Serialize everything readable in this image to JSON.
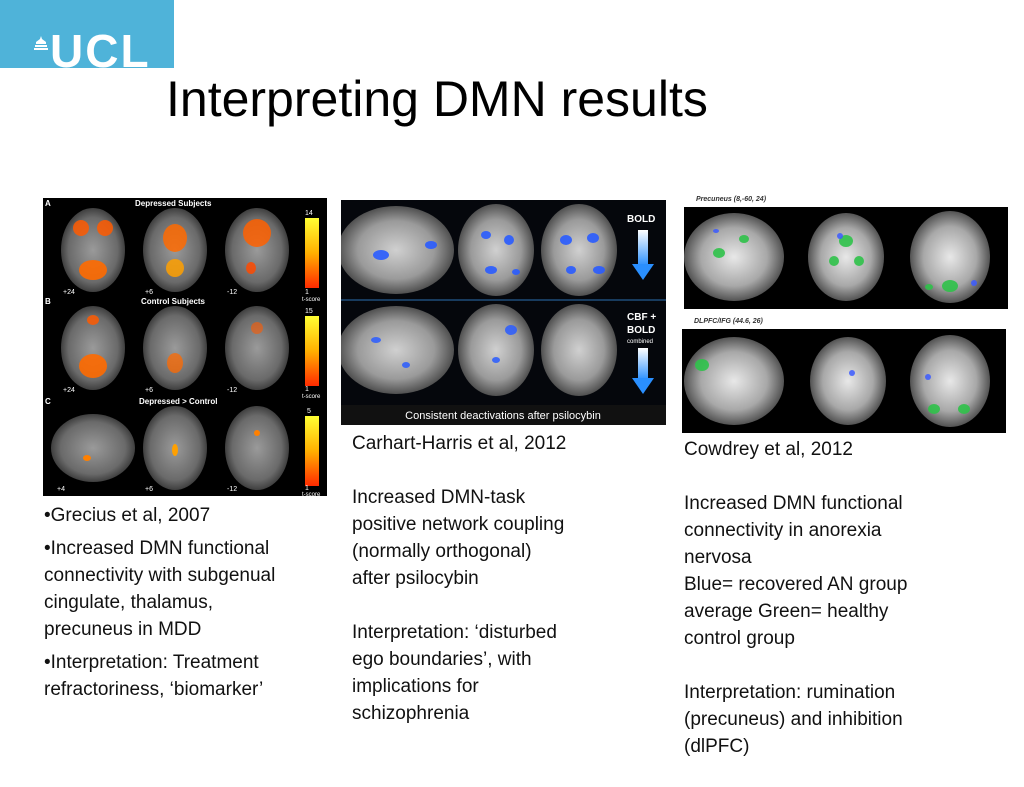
{
  "logo": {
    "text": "UCL"
  },
  "slide": {
    "title": "Interpreting DMN results"
  },
  "figureA": {
    "row_labels": [
      "A",
      "B",
      "C"
    ],
    "row_titles": [
      "Depressed Subjects",
      "Control Subjects",
      "Depressed > Control"
    ],
    "slice_labels": [
      [
        "+24",
        "+6",
        "-12"
      ],
      [
        "+24",
        "+6",
        "-12"
      ],
      [
        "+4",
        "+6",
        "-12"
      ]
    ],
    "scale_max": [
      "14",
      "15",
      "5"
    ],
    "scale_min": "1",
    "scale_unit": "t-score"
  },
  "figureB": {
    "label_top": "BOLD",
    "label_bottom_1": "CBF +",
    "label_bottom_2": "BOLD",
    "label_bottom_3": "combined",
    "caption": "Consistent deactivations after psilocybin"
  },
  "figureC": {
    "top_label": "Precuneus (8,-60, 24)",
    "bottom_label": "DLPFC/IFG (44.6, 26)"
  },
  "colA": {
    "bullets": [
      "•Grecius et al, 2007",
      [
        "•Increased DMN functional",
        "connectivity with subgenual",
        "cingulate, thalamus,",
        "precuneus in MDD"
      ],
      [
        "•Interpretation: Treatment",
        "refractoriness, ‘biomarker’"
      ]
    ]
  },
  "colB": {
    "citation": "Carhart-Harris et al, 2012",
    "finding": [
      "Increased DMN-task",
      "positive network coupling",
      "(normally orthogonal)",
      "after psilocybin"
    ],
    "interpretation": [
      "Interpretation: ‘disturbed",
      "ego boundaries’, with",
      "implications for",
      "schizophrenia"
    ]
  },
  "colC": {
    "citation": "Cowdrey et al, 2012",
    "finding": [
      "Increased DMN functional",
      "connectivity in anorexia",
      "nervosa",
      "Blue= recovered AN group",
      "average Green= healthy",
      "control group"
    ],
    "interpretation": [
      "Interpretation: rumination",
      "(precuneus) and inhibition",
      "(dlPFC)"
    ]
  },
  "colors": {
    "ucl_blue": "#4fb3d9",
    "activation_hot": "#ff6a00",
    "deactivation_blue": "#2a5cff",
    "dmn_green": "#2fc24a"
  }
}
